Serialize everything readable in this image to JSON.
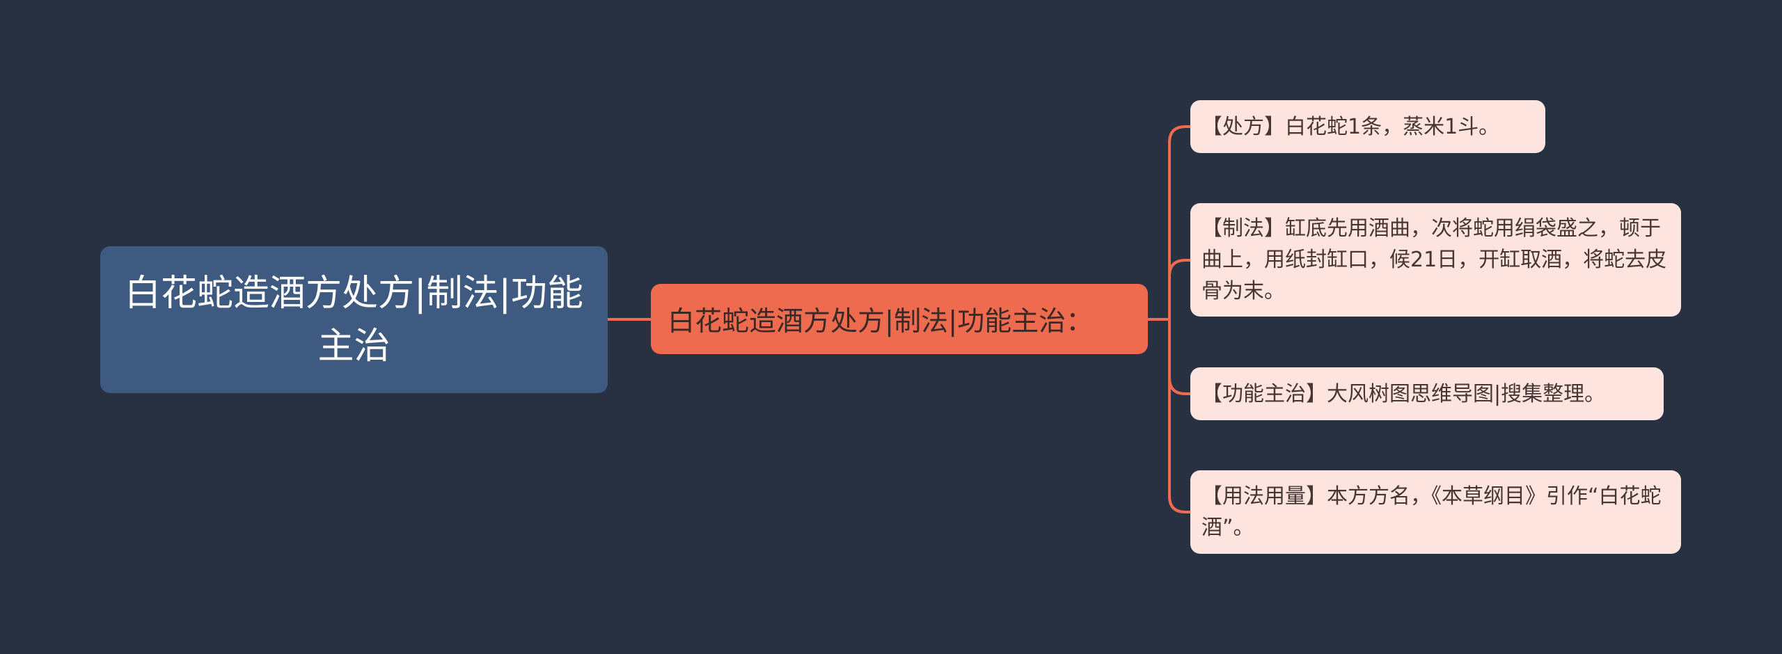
{
  "colors": {
    "background": "#283141",
    "root_fill": "#3e5a81",
    "branch_fill": "#ef6b4f",
    "leaf_fill": "#fde4de",
    "connector": "#ef6b4f"
  },
  "root": {
    "label": "白花蛇造酒方处方|制法|功能主治"
  },
  "branch": {
    "label": "白花蛇造酒方处方|制法|功能主治："
  },
  "leaves": [
    {
      "label": "【处方】白花蛇1条，蒸米1斗。"
    },
    {
      "label": "【制法】缸底先用酒曲，次将蛇用绢袋盛之，顿于曲上，用纸封缸口，候21日，开缸取酒，将蛇去皮骨为末。"
    },
    {
      "label": "【功能主治】大风树图思维导图|搜集整理。"
    },
    {
      "label": "【用法用量】本方方名，《本草纲目》引作“白花蛇酒”。"
    }
  ]
}
